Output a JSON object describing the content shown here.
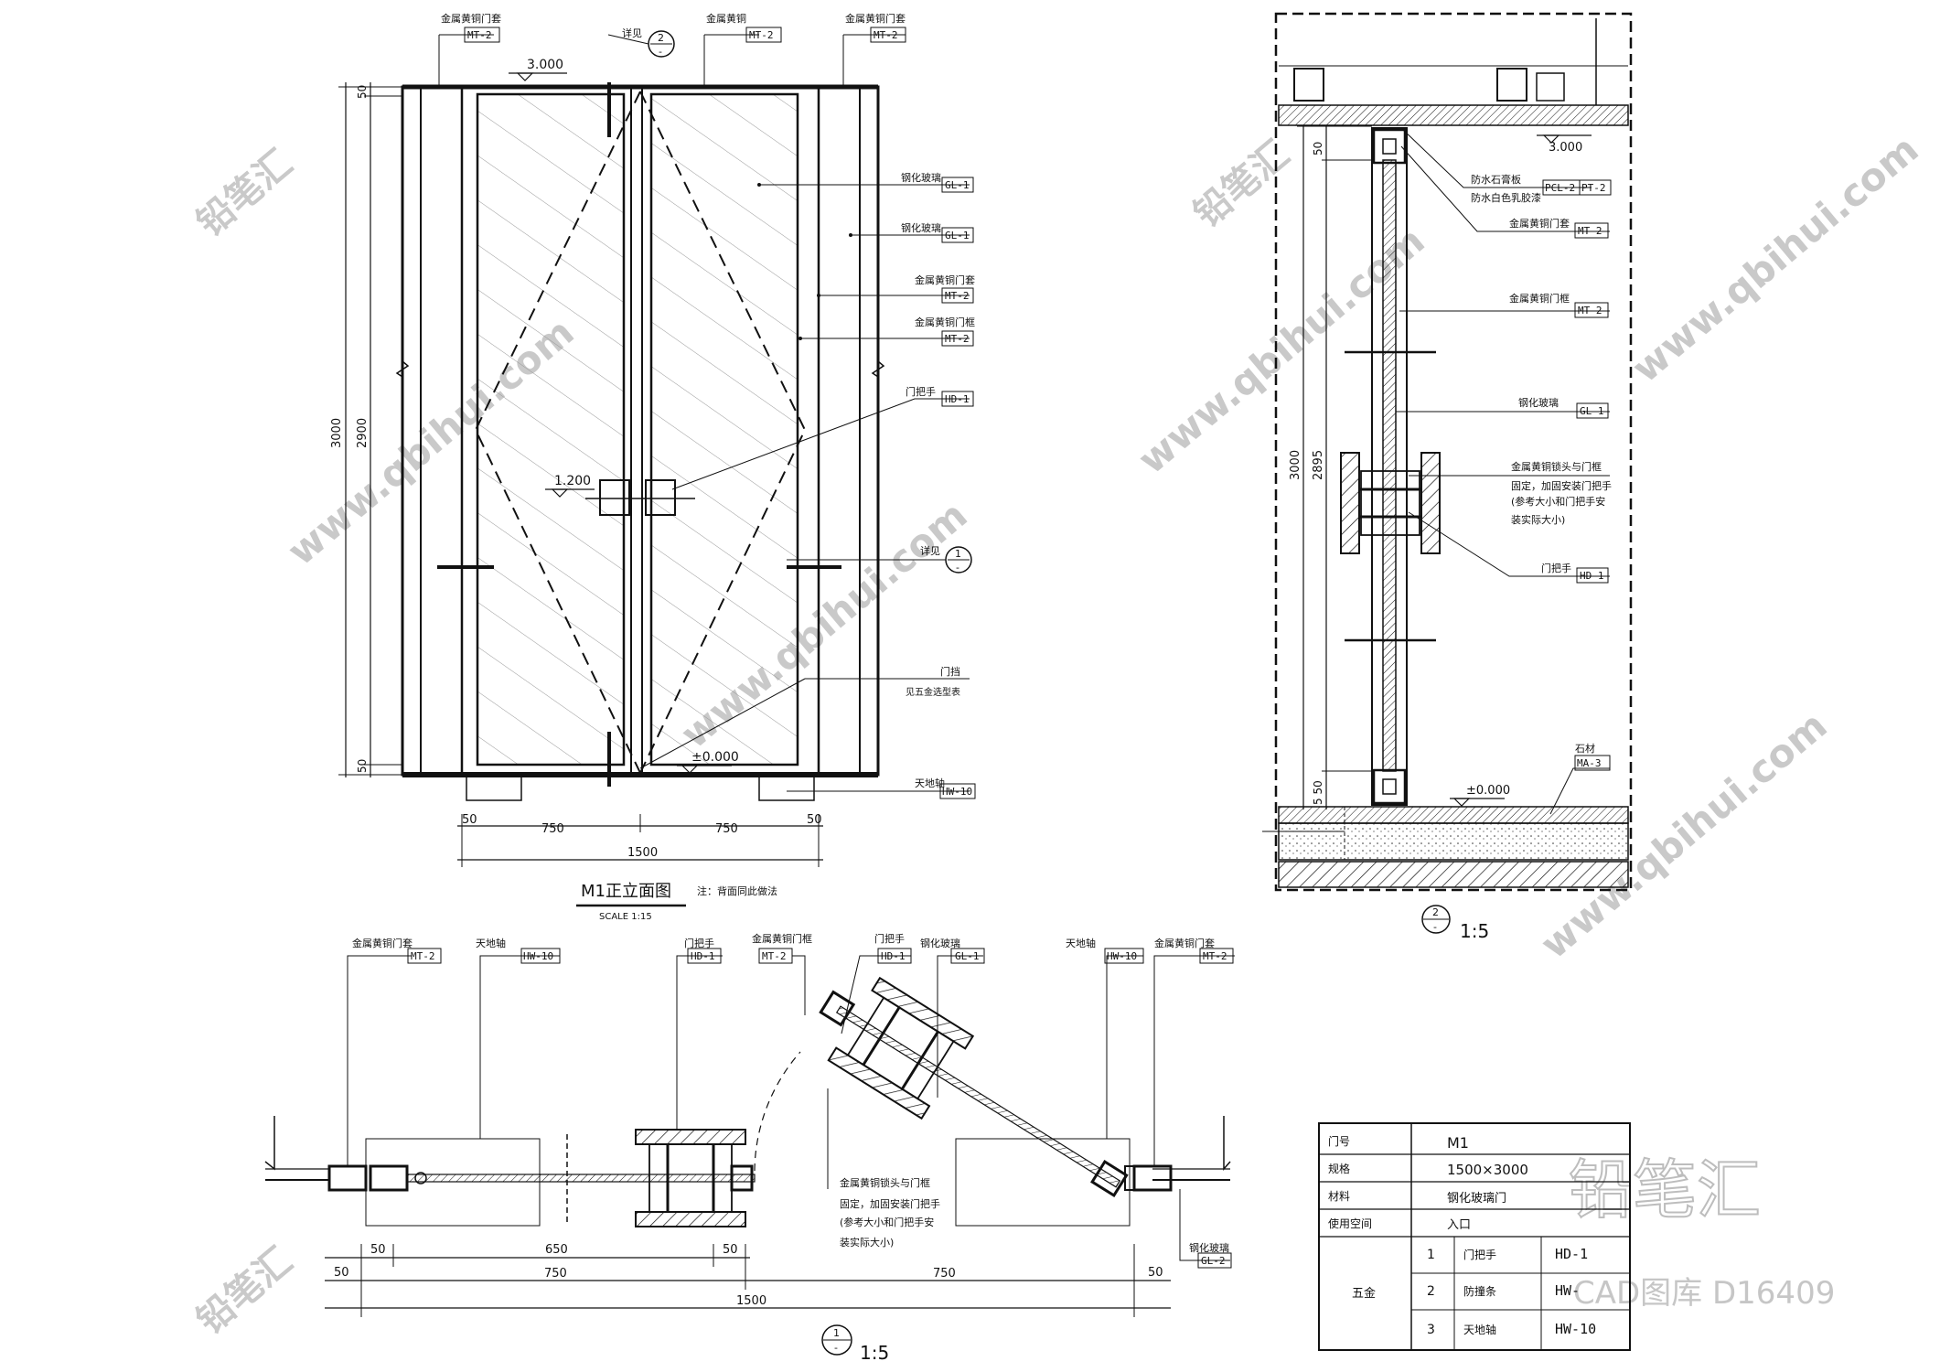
{
  "watermark": {
    "site": "www.qbihui.com",
    "brand": "铅笔汇",
    "library": "CAD图库 D16409"
  },
  "elevation": {
    "title": "M1正立面图",
    "note": "注：背面同此做法",
    "scale": "SCALE   1:15",
    "level_top": "3.000",
    "level_handle": "1.200",
    "level_floor": "±0.000",
    "dim_total_h": "3000",
    "dim_inner_h": "2900",
    "dim_top": "50",
    "dim_bottom": "50",
    "dims_w": [
      "50",
      "750",
      "750",
      "50"
    ],
    "dim_total_w": "1500",
    "callouts": [
      {
        "text": "金属黄铜门套",
        "tag": "MT-2"
      },
      {
        "text": "金属黄铜",
        "tag": "MT-2"
      },
      {
        "text": "金属黄铜门套",
        "tag": "MT-2"
      },
      {
        "text": "钢化玻璃",
        "tag": "GL-1"
      },
      {
        "text": "钢化玻璃",
        "tag": "GL-1"
      },
      {
        "text": "金属黄铜门套",
        "tag": "MT-2"
      },
      {
        "text": "金属黄铜门框",
        "tag": "MT-2"
      },
      {
        "text": "门把手",
        "tag": "HD-1"
      },
      {
        "text": "天地轴",
        "tag": "HW-10"
      }
    ],
    "section_label_1": "详见",
    "section_label_2": "详见",
    "door_stop": "门挡",
    "door_stop_note": "见五金选型表"
  },
  "section2": {
    "scale": "1:5",
    "level_top": "3.000",
    "level_floor": "±0.000",
    "dim_total_h": "3000",
    "dim_inner_h": "2895",
    "dim_top": "50",
    "dim_bottom": "5 50",
    "callouts": [
      {
        "text": "防水石膏板",
        "tag": "PCL-2"
      },
      {
        "text": "防水白色乳胶漆",
        "tag": "PT-2"
      },
      {
        "text": "金属黄铜门套",
        "tag": "MT-2"
      },
      {
        "text": "金属黄铜门框",
        "tag": "MT-2"
      },
      {
        "text": "钢化玻璃",
        "tag": "GL-1"
      },
      {
        "text": "门把手",
        "tag": "HD-1"
      },
      {
        "text": "石材",
        "tag": "MA-3"
      }
    ],
    "handle_note": [
      "金属黄铜锁头与门框",
      "固定，加固安装门把手",
      "(参考大小和门把手安",
      "装实际大小)"
    ]
  },
  "plan": {
    "scale": "1:5",
    "callouts": [
      {
        "text": "金属黄铜门套",
        "tag": "MT-2"
      },
      {
        "text": "天地轴",
        "tag": "HW-10"
      },
      {
        "text": "门把手",
        "tag": "HD-1"
      },
      {
        "text": "金属黄铜门框",
        "tag": "MT-2"
      },
      {
        "text": "门把手",
        "tag": "HD-1"
      },
      {
        "text": "钢化玻璃",
        "tag": "GL-1"
      },
      {
        "text": "天地轴",
        "tag": "HW-10"
      },
      {
        "text": "金属黄铜门套",
        "tag": "MT-2"
      },
      {
        "text": "钢化玻璃",
        "tag": "GL-2"
      }
    ],
    "handle_note": [
      "金属黄铜锁头与门框",
      "固定，加固安装门把手",
      "(参考大小和门把手安",
      "装实际大小)"
    ],
    "dims_row1": [
      "50",
      "650",
      "50"
    ],
    "dims_row2": [
      "50",
      "750",
      "750",
      "50"
    ],
    "dim_total": "1500"
  },
  "schedule": {
    "rows": [
      {
        "label": "门号",
        "value": "M1"
      },
      {
        "label": "规格",
        "value": "1500×3000"
      },
      {
        "label": "材料",
        "value": "钢化玻璃门"
      },
      {
        "label": "使用空间",
        "value": "入口"
      }
    ],
    "hardware_label": "五金",
    "hardware": [
      {
        "no": "1",
        "name": "门把手",
        "code": "HD-1"
      },
      {
        "no": "2",
        "name": "防撞条",
        "code": "HW-"
      },
      {
        "no": "3",
        "name": "天地轴",
        "code": "HW-10"
      }
    ]
  }
}
